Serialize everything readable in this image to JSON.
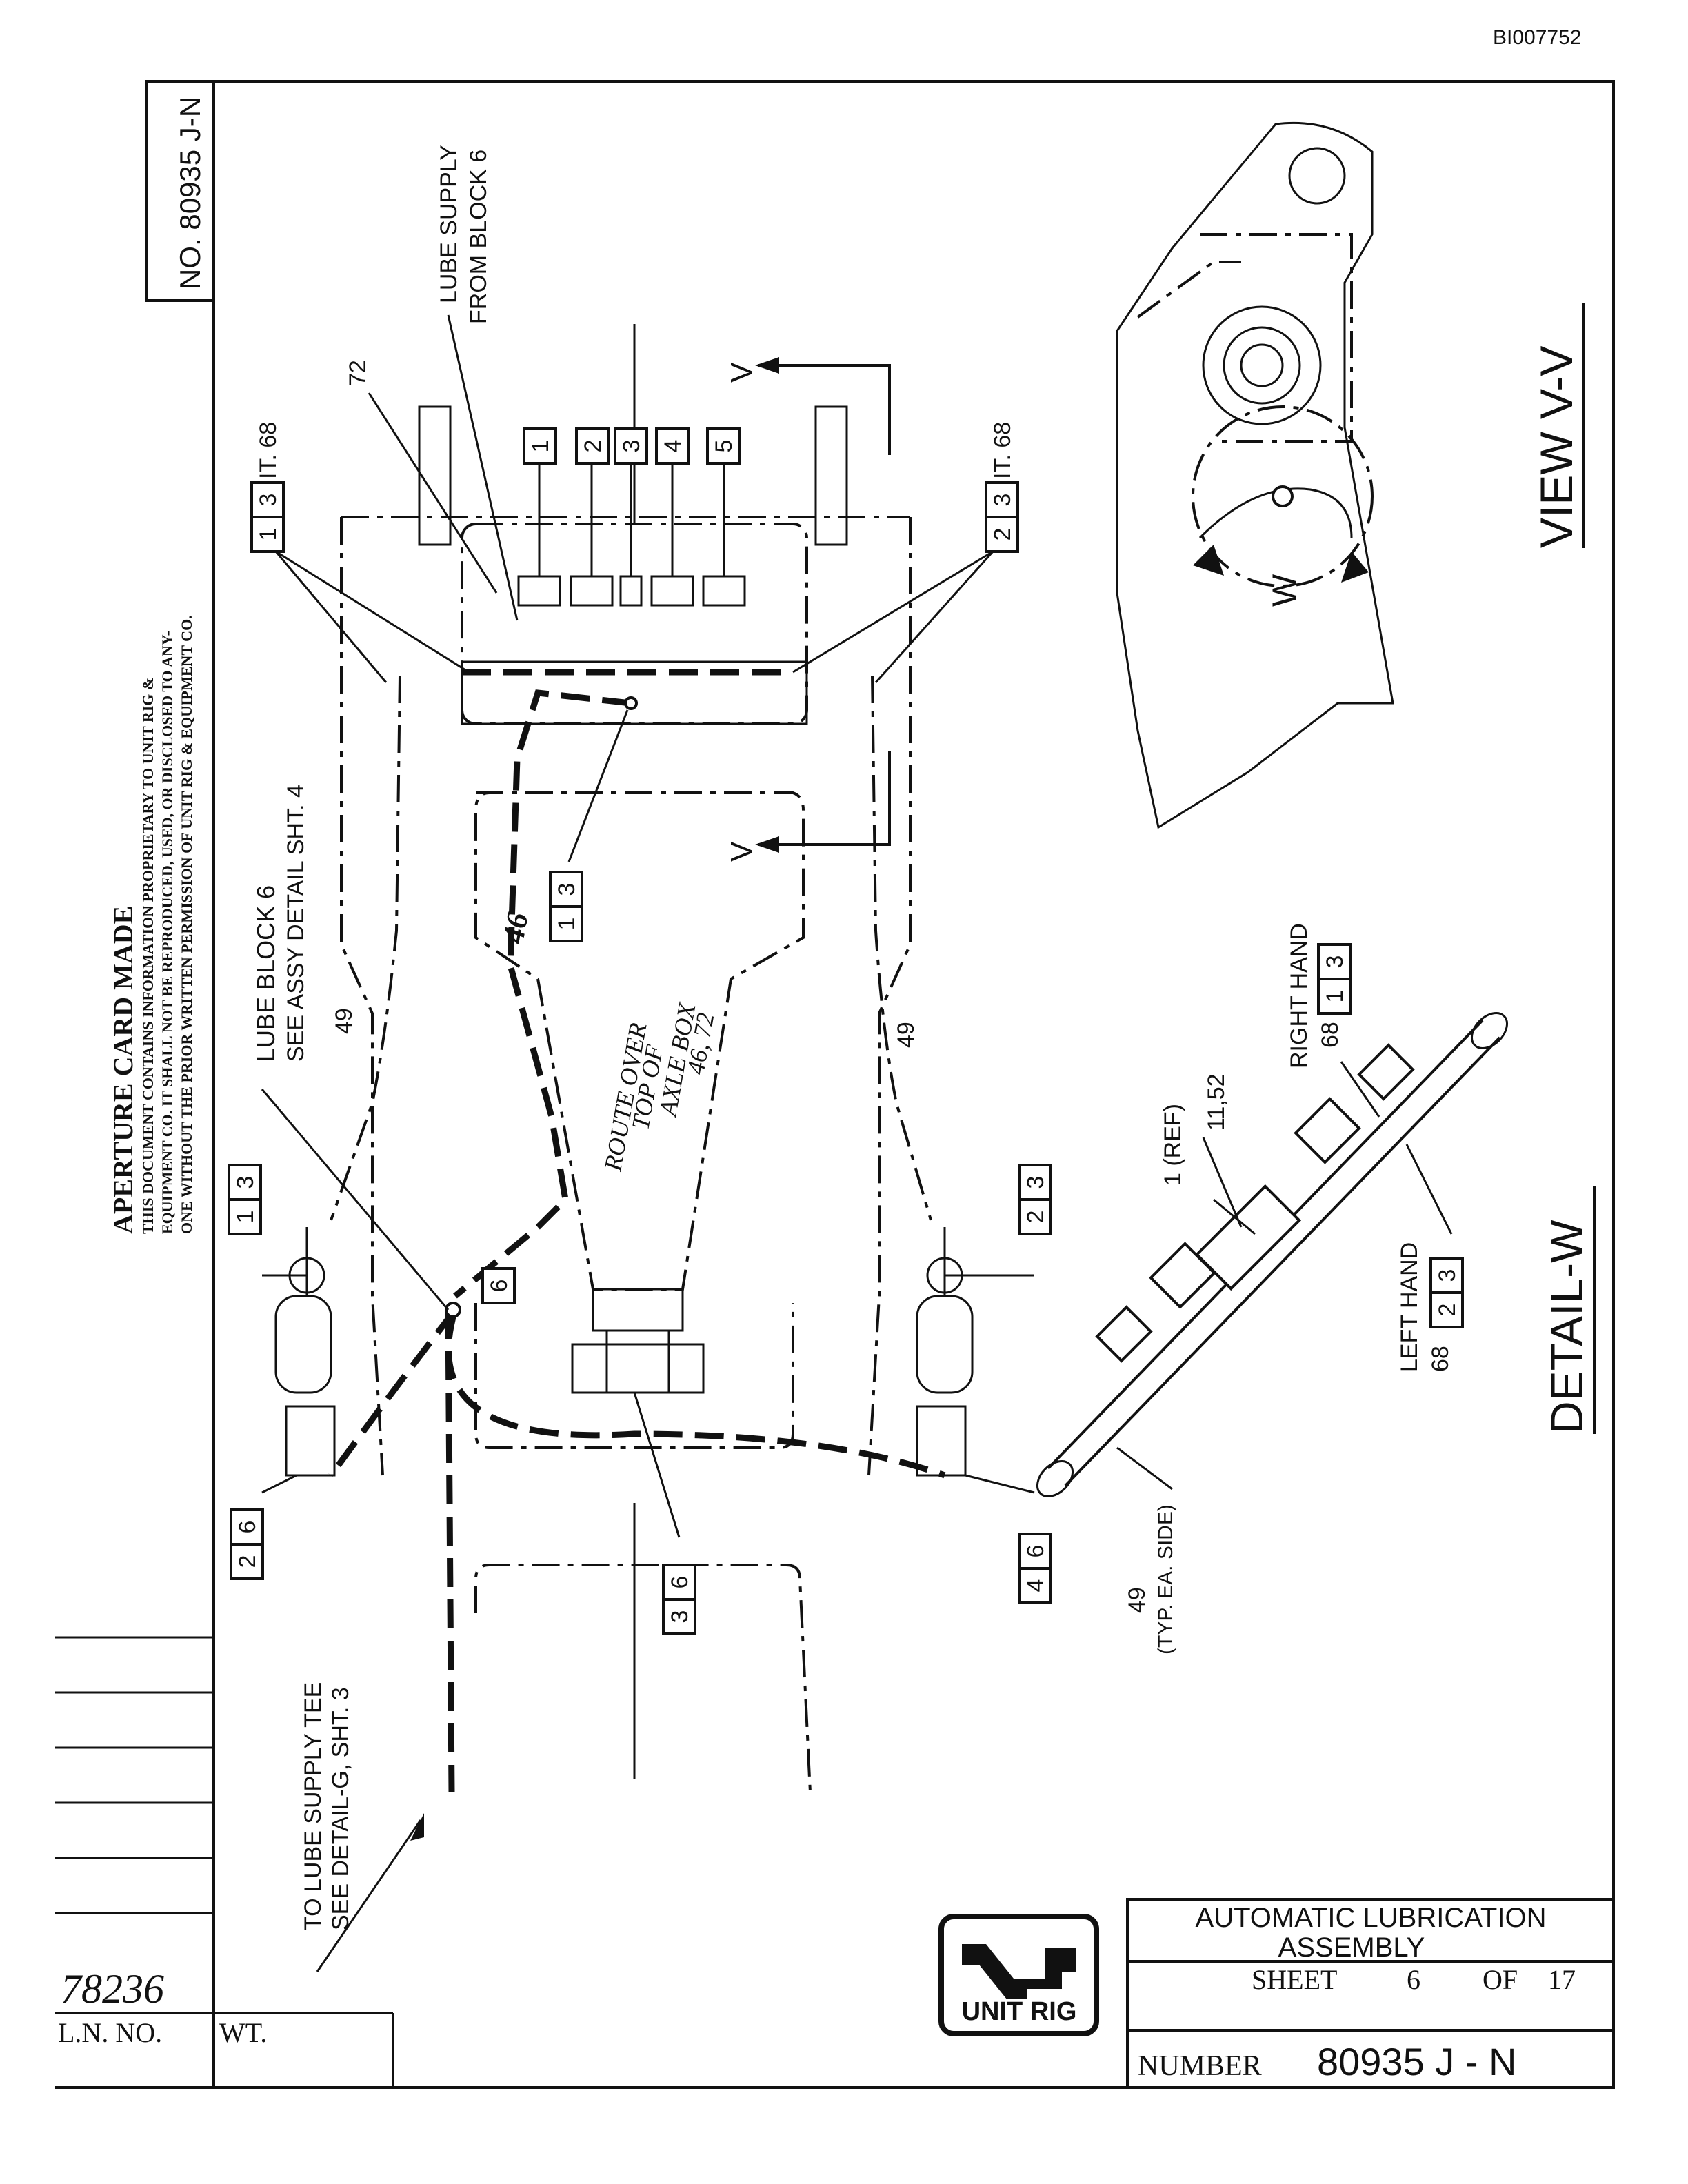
{
  "doc_id": "BI007752",
  "drawing_no_rot": "NO. 80935 J-N",
  "aperture": {
    "title": "APERTURE CARD MADE",
    "line1": "THIS DOCUMENT CONTAINS INFORMATION PROPRIETARY TO UNIT RIG &",
    "line2": "EQUIPMENT CO. IT SHALL NOT BE REPRODUCED, USED, OR DISCLOSED TO ANY-",
    "line3": "ONE WITHOUT THE PRIOR WRITTEN PERMISSION OF UNIT RIG & EQUIPMENT CO."
  },
  "labels": {
    "lube_supply": "LUBE SUPPLY",
    "from_block": "FROM BLOCK 6",
    "ref72": "72",
    "it68_left": "IT. 68",
    "it68_right": "IT. 68",
    "lube_block": "LUBE BLOCK 6",
    "see_assy": "SEE ASSY DETAIL SHT. 4",
    "ref49_left": "49",
    "ref49_right": "49",
    "route1": "ROUTE OVER",
    "route2": "TOP OF",
    "route3": "AXLE BOX",
    "route4": "46, 72",
    "ref46": "46",
    "to_lube1": "TO LUBE SUPPLY TEE",
    "to_lube2": "SEE DETAIL-G, SHT. 3",
    "view_v": "V",
    "w_arrow": "W",
    "view_vv": "VIEW V-V",
    "detail_w": "DETAIL-W",
    "right_hand": "RIGHT HAND",
    "left_hand": "LEFT HAND",
    "ref68_r": "68",
    "ref68_l": "68",
    "ref1": "1 (REF)",
    "ref1152": "11,52",
    "ref49_typ": "49",
    "typ_side": "(TYP. EA. SIDE)"
  },
  "callouts": {
    "b1": "1",
    "b2": "2",
    "b3": "3",
    "b4": "4",
    "b5": "5",
    "c31a": [
      "3",
      "1"
    ],
    "c32a": [
      "3",
      "2"
    ],
    "c31b": [
      "3",
      "1"
    ],
    "c31c": [
      "3",
      "1"
    ],
    "c32b": [
      "3",
      "2"
    ],
    "c6": "6",
    "c62": [
      "6",
      "2"
    ],
    "c63": [
      "6",
      "3"
    ],
    "c64": [
      "6",
      "4"
    ],
    "c31d": [
      "3",
      "1"
    ],
    "c32d": [
      "3",
      "2"
    ]
  },
  "title_block": {
    "title1": "AUTOMATIC LUBRICATION",
    "title2": "ASSEMBLY",
    "sheet_label": "SHEET",
    "sheet_no": "6",
    "of_label": "OF",
    "of_no": "17",
    "number_label": "NUMBER",
    "number_value": "80935 J - N",
    "logo_text": "UNIT RIG"
  },
  "left_block": {
    "handwritten": "78236",
    "ln_no": "L.N. NO.",
    "wt": "WT."
  }
}
